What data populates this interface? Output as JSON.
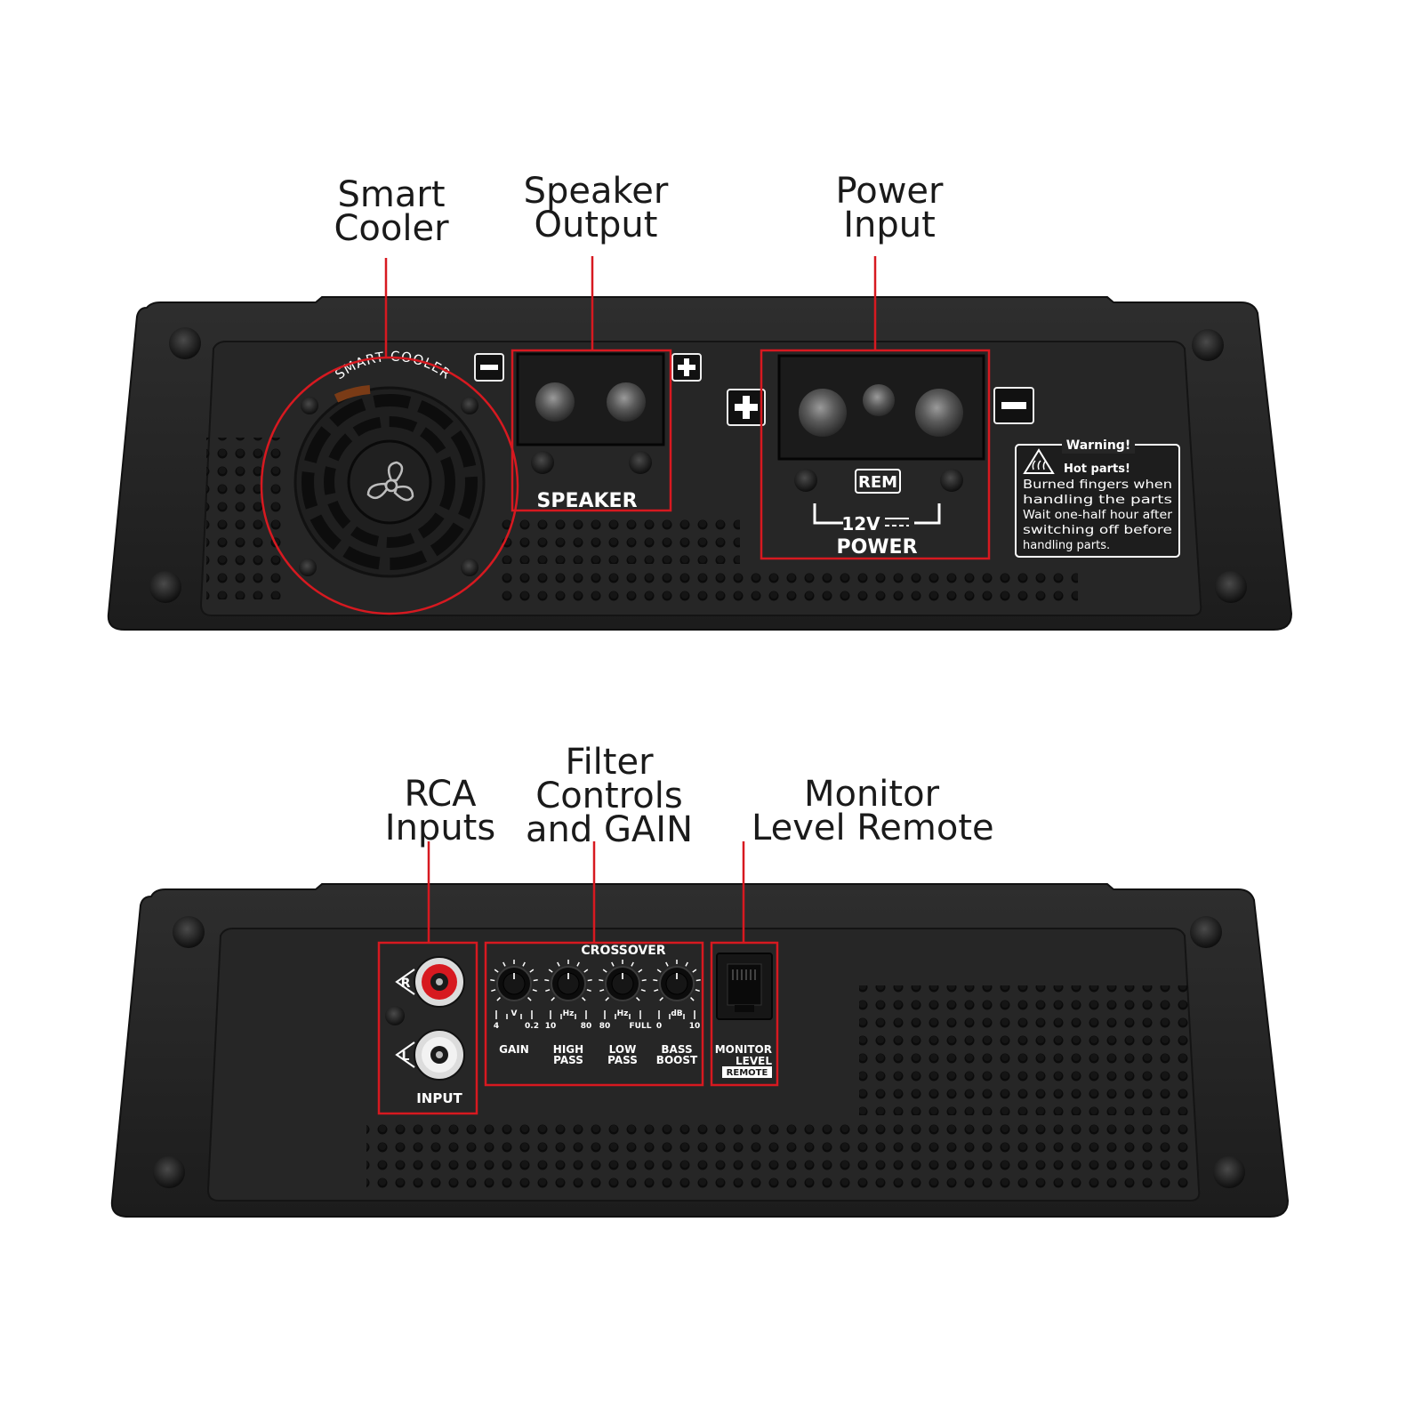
{
  "colors": {
    "callout": "#d71920",
    "panel": "#232323",
    "label": "#ffffff"
  },
  "top_panel": {
    "callouts": {
      "smart_cooler": [
        "Smart",
        "Cooler"
      ],
      "speaker_output": [
        "Speaker",
        "Output"
      ],
      "power_input": [
        "Power",
        "Input"
      ]
    },
    "fan": {
      "ring_text": "SMART COOLER",
      "icon": "fan-icon"
    },
    "speaker": {
      "label": "SPEAKER",
      "minus_icon": "minus-icon",
      "plus_icon": "plus-icon"
    },
    "power": {
      "rem": "REM",
      "voltage": "12V",
      "label": "POWER",
      "plus_icon": "plus-icon",
      "minus_icon": "minus-icon"
    },
    "warning": {
      "title": "Warning!",
      "icon": "hot-surface-warning-icon",
      "heading": "Hot parts!",
      "lines": [
        "Burned fingers when",
        "handling the parts",
        "Wait one-half hour after",
        "switching off before",
        "handling parts."
      ]
    }
  },
  "bottom_panel": {
    "callouts": {
      "rca_inputs": [
        "RCA",
        "Inputs"
      ],
      "filter_controls": [
        "Filter",
        "Controls",
        "and GAIN"
      ],
      "monitor_remote": [
        "Monitor",
        "Level Remote"
      ]
    },
    "rca": {
      "right": "R",
      "left": "L",
      "label": "INPUT"
    },
    "crossover": {
      "title": "CROSSOVER",
      "knobs": [
        {
          "name": "GAIN",
          "unit": "V",
          "min": "4",
          "max": "0.2"
        },
        {
          "name": "HIGH\nPASS",
          "unit": "Hz",
          "min": "10",
          "max": "80"
        },
        {
          "name": "LOW\nPASS",
          "unit": "Hz",
          "min": "80",
          "max": "FULL"
        },
        {
          "name": "BASS\nBOOST",
          "unit": "dB",
          "min": "0",
          "max": "10"
        }
      ]
    },
    "remote": {
      "line1": "MONITOR",
      "line2": "LEVEL",
      "tag": "REMOTE"
    }
  }
}
